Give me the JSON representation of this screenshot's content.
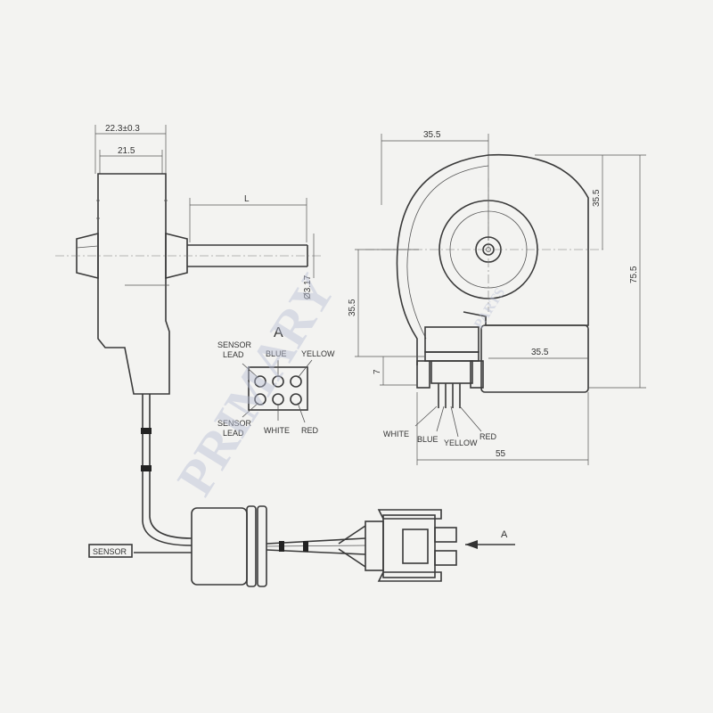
{
  "drawing": {
    "dim_width_total": "22.3±0.3",
    "dim_width_body": "21.5",
    "dim_shaft_length": "L",
    "dim_shaft_diameter": "Ø3.17",
    "dim_top_offset": "35.5",
    "dim_right_upper": "35.5",
    "dim_height_total": "75.5",
    "dim_left_vertical": "35.5",
    "dim_bottom_right": "35.5",
    "dim_small": "7",
    "dim_width_bottom": "55",
    "view_marker": "A",
    "arrow_label": "A"
  },
  "connector_view": {
    "title": "A",
    "labels": {
      "sensor_lead_top": "SENSOR\nLEAD",
      "blue": "BLUE",
      "yellow": "YELLOW",
      "sensor_lead_bottom": "SENSOR\nLEAD",
      "white": "WHITE",
      "red": "RED"
    }
  },
  "wire_labels": {
    "white": "WHITE",
    "blue": "BLUE",
    "yellow": "YELLOW",
    "red": "RED"
  },
  "sensor_tag": "SENSOR",
  "watermark": "PRIMARY",
  "watermark_small": "PARTS"
}
